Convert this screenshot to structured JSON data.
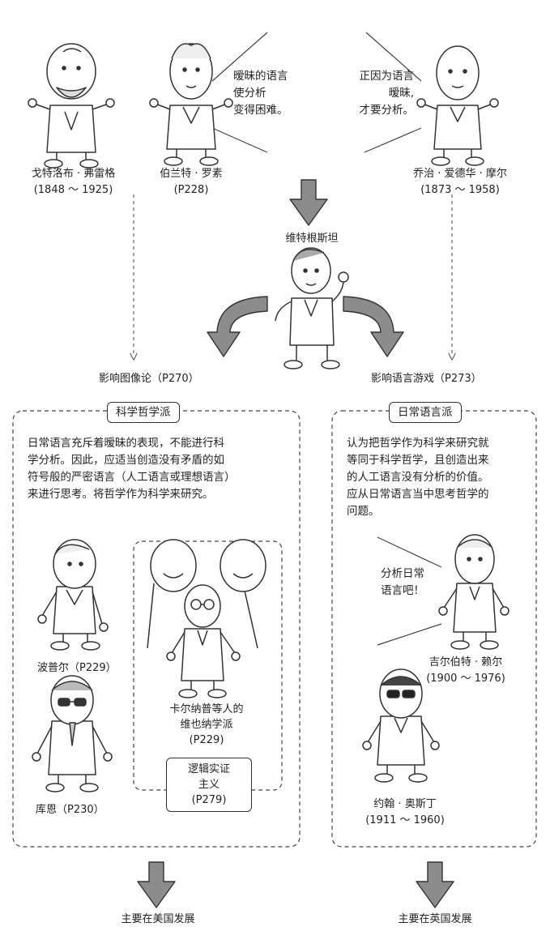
{
  "top_people": {
    "frege": {
      "name": "戈特洛布 · 弗雷格",
      "years": "(1848 ～ 1925)"
    },
    "russell": {
      "name": "伯兰特 · 罗素",
      "page": "(P228)",
      "quote": "暧昧的语言\n使分析\n变得困难。"
    },
    "moore": {
      "name": "乔治 · 爱德华 · 摩尔",
      "years": "(1873 ～ 1958)",
      "quote": "正因为语言\n暧昧,\n才要分析。"
    }
  },
  "wittgenstein": {
    "name": "维特根斯坦"
  },
  "influences": {
    "picture": "影响图像论（P270）",
    "game": "影响语言游戏（P273）"
  },
  "left_box": {
    "title": "科学哲学派",
    "description": "日常语言充斥着暧昧的表现，不能进行科\n学分析。因此，应适当创造没有矛盾的如\n符号般的严密语言（人工语言或理想语言）\n来进行思考。将哲学作为科学来研究。",
    "popper": "波普尔（P229）",
    "kuhn": "库恩（P230）",
    "vienna": "卡尔纳普等人的\n维也纳学派\n(P229)",
    "logical_positivism": "逻辑实证\n主义\n(P279)"
  },
  "right_box": {
    "title": "日常语言派",
    "description": "认为把哲学作为科学来研究就\n等同于科学哲学，且创造出来\n的人工语言没有分析的价值。\n应从日常语言当中思考哲学的\n问题。",
    "ryle_quote": "分析日常\n语言吧！",
    "ryle_name": "吉尔伯特 · 赖尔",
    "ryle_years": "(1900 ～ 1976)",
    "austin_name": "约翰 · 奥斯丁",
    "austin_years": "(1911 ～ 1960)"
  },
  "bottom": {
    "left": "主要在美国发展",
    "right": "主要在英国发展"
  },
  "colors": {
    "arrow_fill": "#8c8c8c",
    "ink": "#333333",
    "background": "#ffffff"
  }
}
